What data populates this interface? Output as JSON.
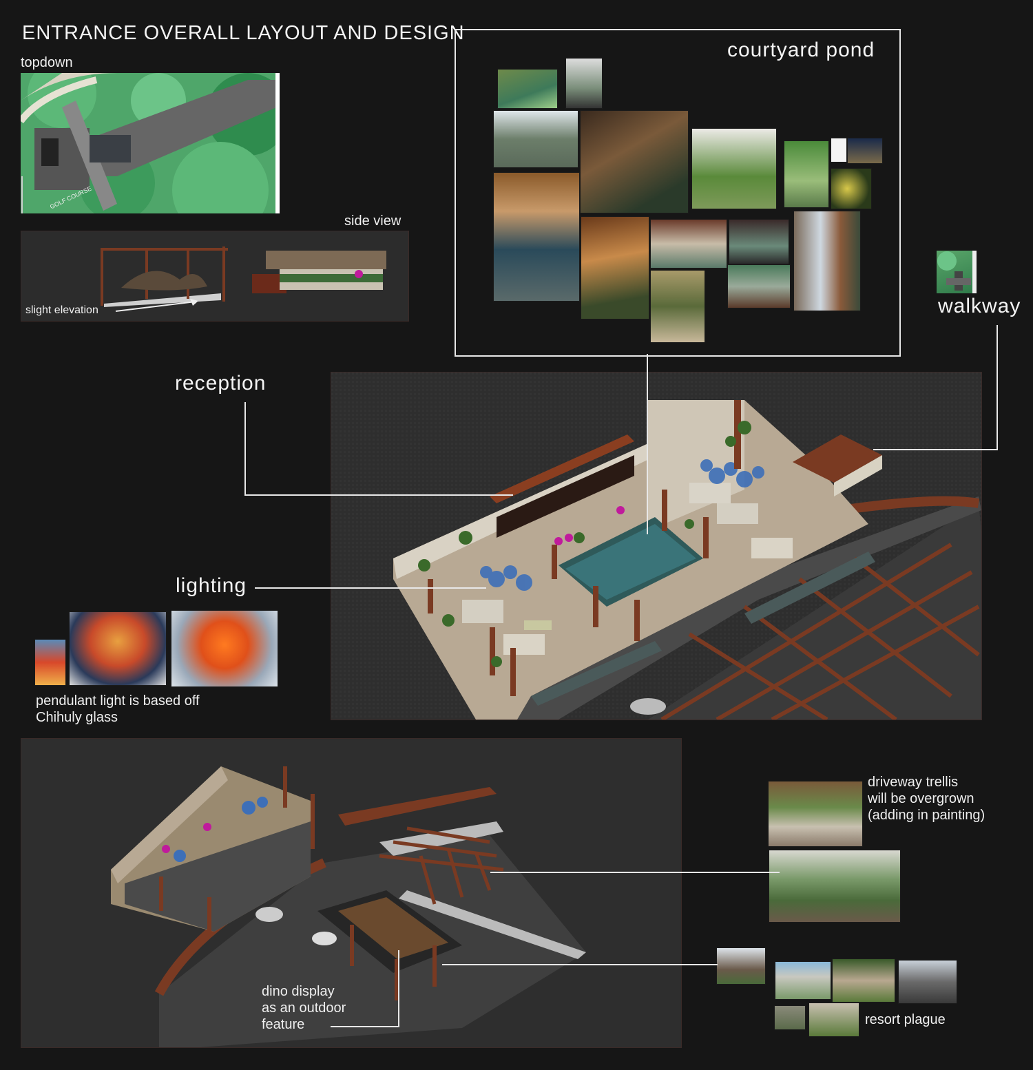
{
  "title": "ENTRANCE OVERALL LAYOUT AND DESIGN",
  "labels": {
    "topdown": "topdown",
    "side_view": "side view",
    "slight_elevation": "slight elevation",
    "courtyard_pond": "courtyard pond",
    "walkway": "walkway",
    "reception": "reception",
    "lighting": "lighting",
    "pendulant_line1": "pendulant light is based off",
    "pendulant_line2": "Chihuly glass",
    "trellis_line1": "driveway trellis",
    "trellis_line2": "will be overgrown",
    "trellis_line3": "(adding in painting)",
    "dino_line1": "dino display",
    "dino_line2": "as an outdoor",
    "dino_line3": "feature",
    "resort_plague": "resort plague",
    "golf_course": "GOLF COURSE"
  },
  "colors": {
    "background": "#161616",
    "rust": "#7a3a22",
    "grass": "#3f9a5a",
    "water": "#3f7f86",
    "glass_blue": "#3d6fb8",
    "glass_orange": "#e06a1c",
    "magenta": "#c01a9c"
  },
  "icons": {
    "arrow": "arrow-right-icon"
  }
}
